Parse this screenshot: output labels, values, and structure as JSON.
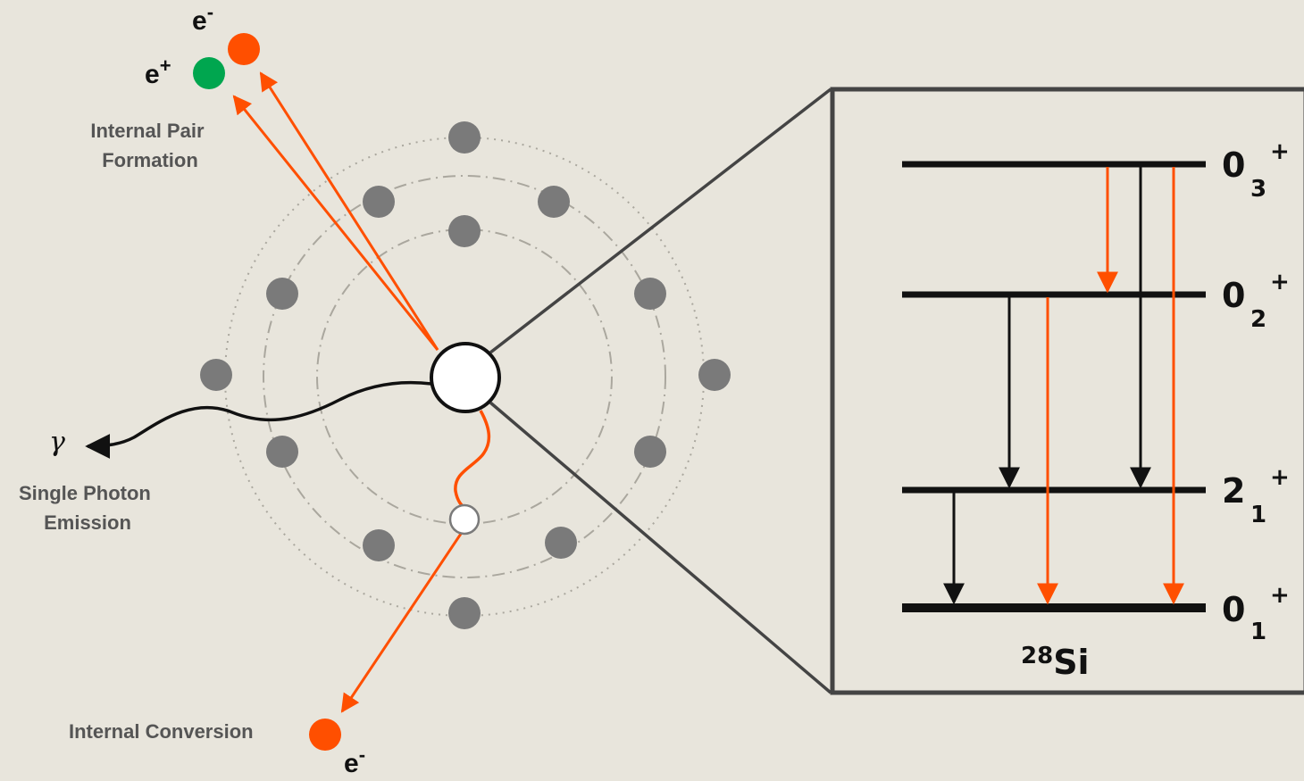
{
  "colors": {
    "background": "#e8e5dc",
    "electron_dot": "#7a7a7a",
    "orbit": "#aaa79e",
    "orange": "#ff4f00",
    "green": "#00a64f",
    "black": "#111111",
    "frame": "#444444",
    "label_gray": "#555555"
  },
  "atom": {
    "processes": {
      "pair_formation": {
        "label_line1": "Internal Pair",
        "label_line2": "Formation",
        "electron": "e",
        "electron_sup": "-",
        "positron": "e",
        "positron_sup": "+"
      },
      "photon": {
        "label_line1": "Single Photon",
        "label_line2": "Emission",
        "symbol": "γ"
      },
      "conversion": {
        "label": "Internal Conversion",
        "electron": "e",
        "electron_sup": "-"
      }
    }
  },
  "level_scheme": {
    "nucleus": {
      "mass_number": "28",
      "element": "Si"
    },
    "levels": [
      {
        "id": "0_3",
        "spin": "0",
        "index": "3",
        "parity": "+"
      },
      {
        "id": "0_2",
        "spin": "0",
        "index": "2",
        "parity": "+"
      },
      {
        "id": "2_1",
        "spin": "2",
        "index": "1",
        "parity": "+"
      },
      {
        "id": "0_1",
        "spin": "0",
        "index": "1",
        "parity": "+"
      }
    ],
    "transitions": [
      {
        "from": "0_3",
        "to": "0_2",
        "kind": "E0"
      },
      {
        "from": "0_3",
        "to": "2_1",
        "kind": "gamma"
      },
      {
        "from": "0_3",
        "to": "0_1",
        "kind": "E0"
      },
      {
        "from": "0_2",
        "to": "2_1",
        "kind": "gamma"
      },
      {
        "from": "0_2",
        "to": "0_1",
        "kind": "E0"
      },
      {
        "from": "2_1",
        "to": "0_1",
        "kind": "gamma"
      }
    ]
  }
}
